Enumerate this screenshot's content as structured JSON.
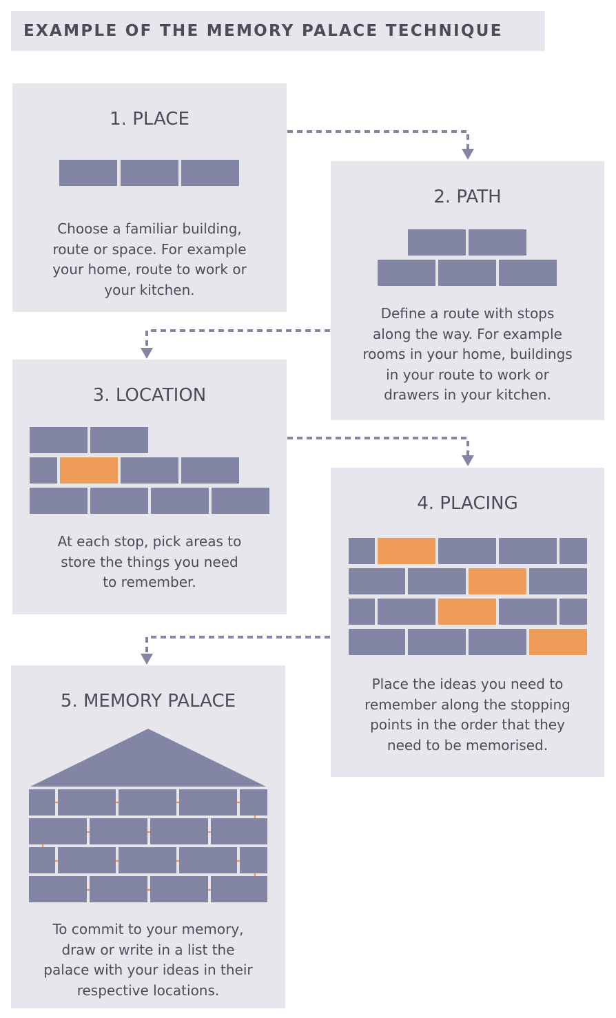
{
  "title": "EXAMPLE OF THE MEMORY PALACE TECHNIQUE",
  "colors": {
    "background": "#ffffff",
    "panel": "#e6e6ec",
    "brick": "#8285a4",
    "highlight": "#ef9b58",
    "text": "#4a4d57",
    "connector": "#8285a4"
  },
  "steps": [
    {
      "title": "1. PLACE",
      "description": "Choose a familiar building,\nroute or space. For example\nyour home, route to work or\nyour kitchen."
    },
    {
      "title": "2. PATH",
      "description": "Define a route with stops\nalong the way. For example\nrooms in your home, buildings\nin your route to work or\ndrawers in your kitchen."
    },
    {
      "title": "3. LOCATION",
      "description": "At each stop, pick areas to\nstore the things you need\nto remember."
    },
    {
      "title": "4. PLACING",
      "description": "Place the ideas you need to\nremember along the stopping\npoints in the order that they\nneed to be memorised."
    },
    {
      "title": "5. MEMORY PALACE",
      "description": "To commit to your memory,\ndraw or write in a list the\npalace with your ideas in their\nrespective locations."
    }
  ]
}
